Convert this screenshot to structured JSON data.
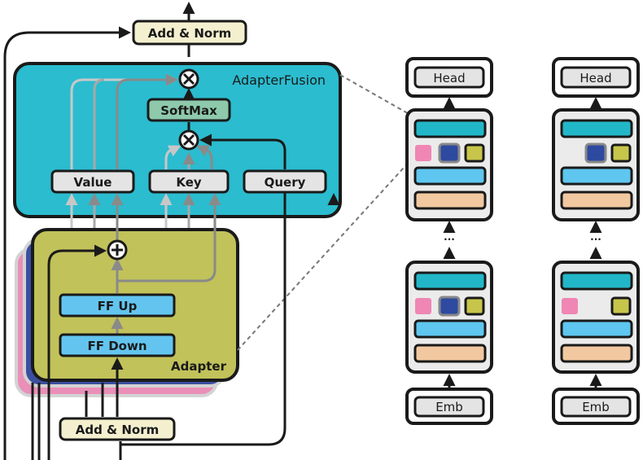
{
  "left": {
    "add_norm_top": "Add & Norm",
    "adapter_fusion_title": "AdapterFusion",
    "softmax": "SoftMax",
    "value": "Value",
    "key": "Key",
    "query": "Query",
    "ff_up": "FF Up",
    "ff_down": "FF Down",
    "adapter_title": "Adapter",
    "add_norm_bottom": "Add & Norm"
  },
  "right": {
    "columns": [
      {
        "head": "Head",
        "emb": "Emb",
        "dots": "···"
      },
      {
        "head": "Head",
        "emb": "Emb",
        "dots": "···"
      }
    ]
  },
  "colors": {
    "fusion_bg": "#2bbccf",
    "adapter_bg": "#c1c25a",
    "adapter_blue_layer": "#3b4fa0",
    "adapter_pink_layer": "#e98fb8",
    "ff_box": "#63c5ef",
    "softmax_box": "#8ec9ac",
    "addnorm_box": "#f4f0cf",
    "teal_bar": "#22b7c8",
    "blue_bar": "#5ec6ef",
    "peach_bar": "#f2c8a0",
    "pink_sq": "#ef86b4",
    "navy_sq": "#2e4aa0",
    "olive_sq": "#c7c64b"
  }
}
